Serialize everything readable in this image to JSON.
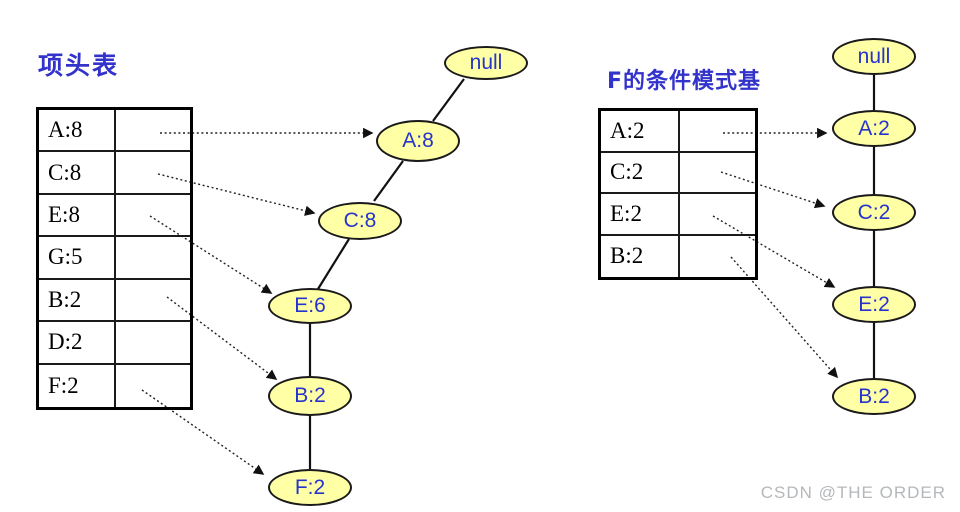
{
  "left_panel": {
    "title": "项头表",
    "table_rows": [
      "A:8",
      "C:8",
      "E:8",
      "G:5",
      "B:2",
      "D:2",
      "F:2"
    ]
  },
  "fp_tree": {
    "nodes": [
      "null",
      "A:8",
      "C:8",
      "E:6",
      "B:2",
      "F:2"
    ]
  },
  "right_panel": {
    "title": "F的条件模式基",
    "table_rows": [
      "A:2",
      "C:2",
      "E:2",
      "B:2"
    ]
  },
  "cond_tree": {
    "nodes": [
      "null",
      "A:2",
      "C:2",
      "E:2",
      "B:2"
    ]
  },
  "watermark": "CSDN @THE ORDER",
  "colors": {
    "bg": "#ffffff",
    "node_fill": "#ffffa6",
    "node_text": "#2633cc",
    "title_color": "#3333cc",
    "edge_color": "#111111",
    "watermark_color": "#b5b8bb"
  }
}
